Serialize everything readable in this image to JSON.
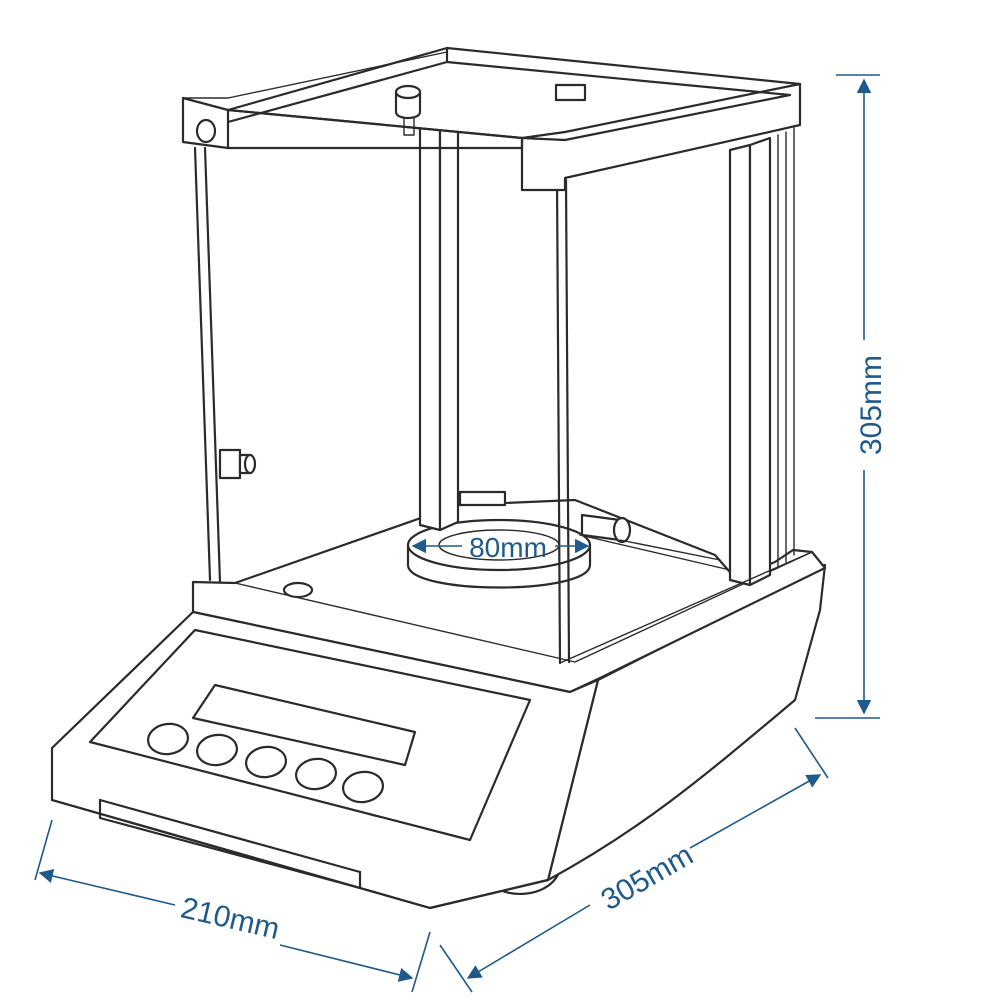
{
  "dimensions": {
    "height_label": "305mm",
    "depth_label": "305mm",
    "width_label": "210mm",
    "pan_diameter_label": "80mm"
  },
  "colors": {
    "dimension": "#1f5a8c",
    "outline": "#2b2b2b"
  },
  "display": {
    "button_count": 5
  }
}
